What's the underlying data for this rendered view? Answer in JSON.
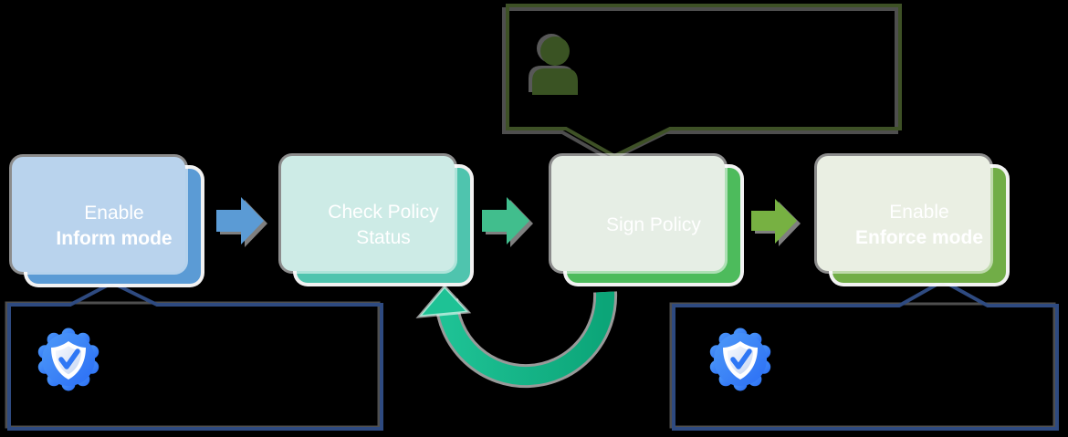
{
  "canvas": {
    "background": "#000000"
  },
  "steps": [
    {
      "line1": "Enable",
      "line2": "Inform mode",
      "fill": "#5B9BD5",
      "back_fill": "#B9D3ED"
    },
    {
      "line1": "Check Policy",
      "line2": "Status",
      "fill": "#4FC4AE",
      "back_fill": "#CDEBE6"
    },
    {
      "line1": "Sign Policy",
      "line2": "",
      "fill": "#4DBB5C",
      "back_fill": "#E6EEE5"
    },
    {
      "line1": "Enable",
      "line2": "Enforce mode",
      "fill": "#71AD47",
      "back_fill": "#EAEFE3"
    }
  ],
  "arrows": [
    {
      "label": "inform-to-check",
      "color": "#5B9BD5"
    },
    {
      "label": "check-to-sign",
      "color": "#41BE8D"
    },
    {
      "label": "sign-to-enforce",
      "color": "#77B142"
    }
  ],
  "loop_arrow": {
    "color_start": "#0CA578",
    "color_end": "#1EC295",
    "head_color": "#1EC295",
    "casing": "rgba(255,255,255,0.6)"
  },
  "callouts": {
    "top": {
      "border_color": "#3E5126",
      "icon": "person-icon",
      "icon_color": "#3A5323"
    },
    "bottom_left": {
      "border_color": "#2E4A80",
      "icon": "shield-check-badge-icon"
    },
    "bottom_right": {
      "border_color": "#2E4A80",
      "icon": "shield-check-badge-icon"
    }
  },
  "badge": {
    "fill_top": "#4E9AF8",
    "fill_bottom": "#2B6EF5",
    "shield_color": "#FFFFFF",
    "inner_top": "#F6F9FF",
    "inner_bottom": "#C6D6F2",
    "check_color": "#2E77F5"
  }
}
